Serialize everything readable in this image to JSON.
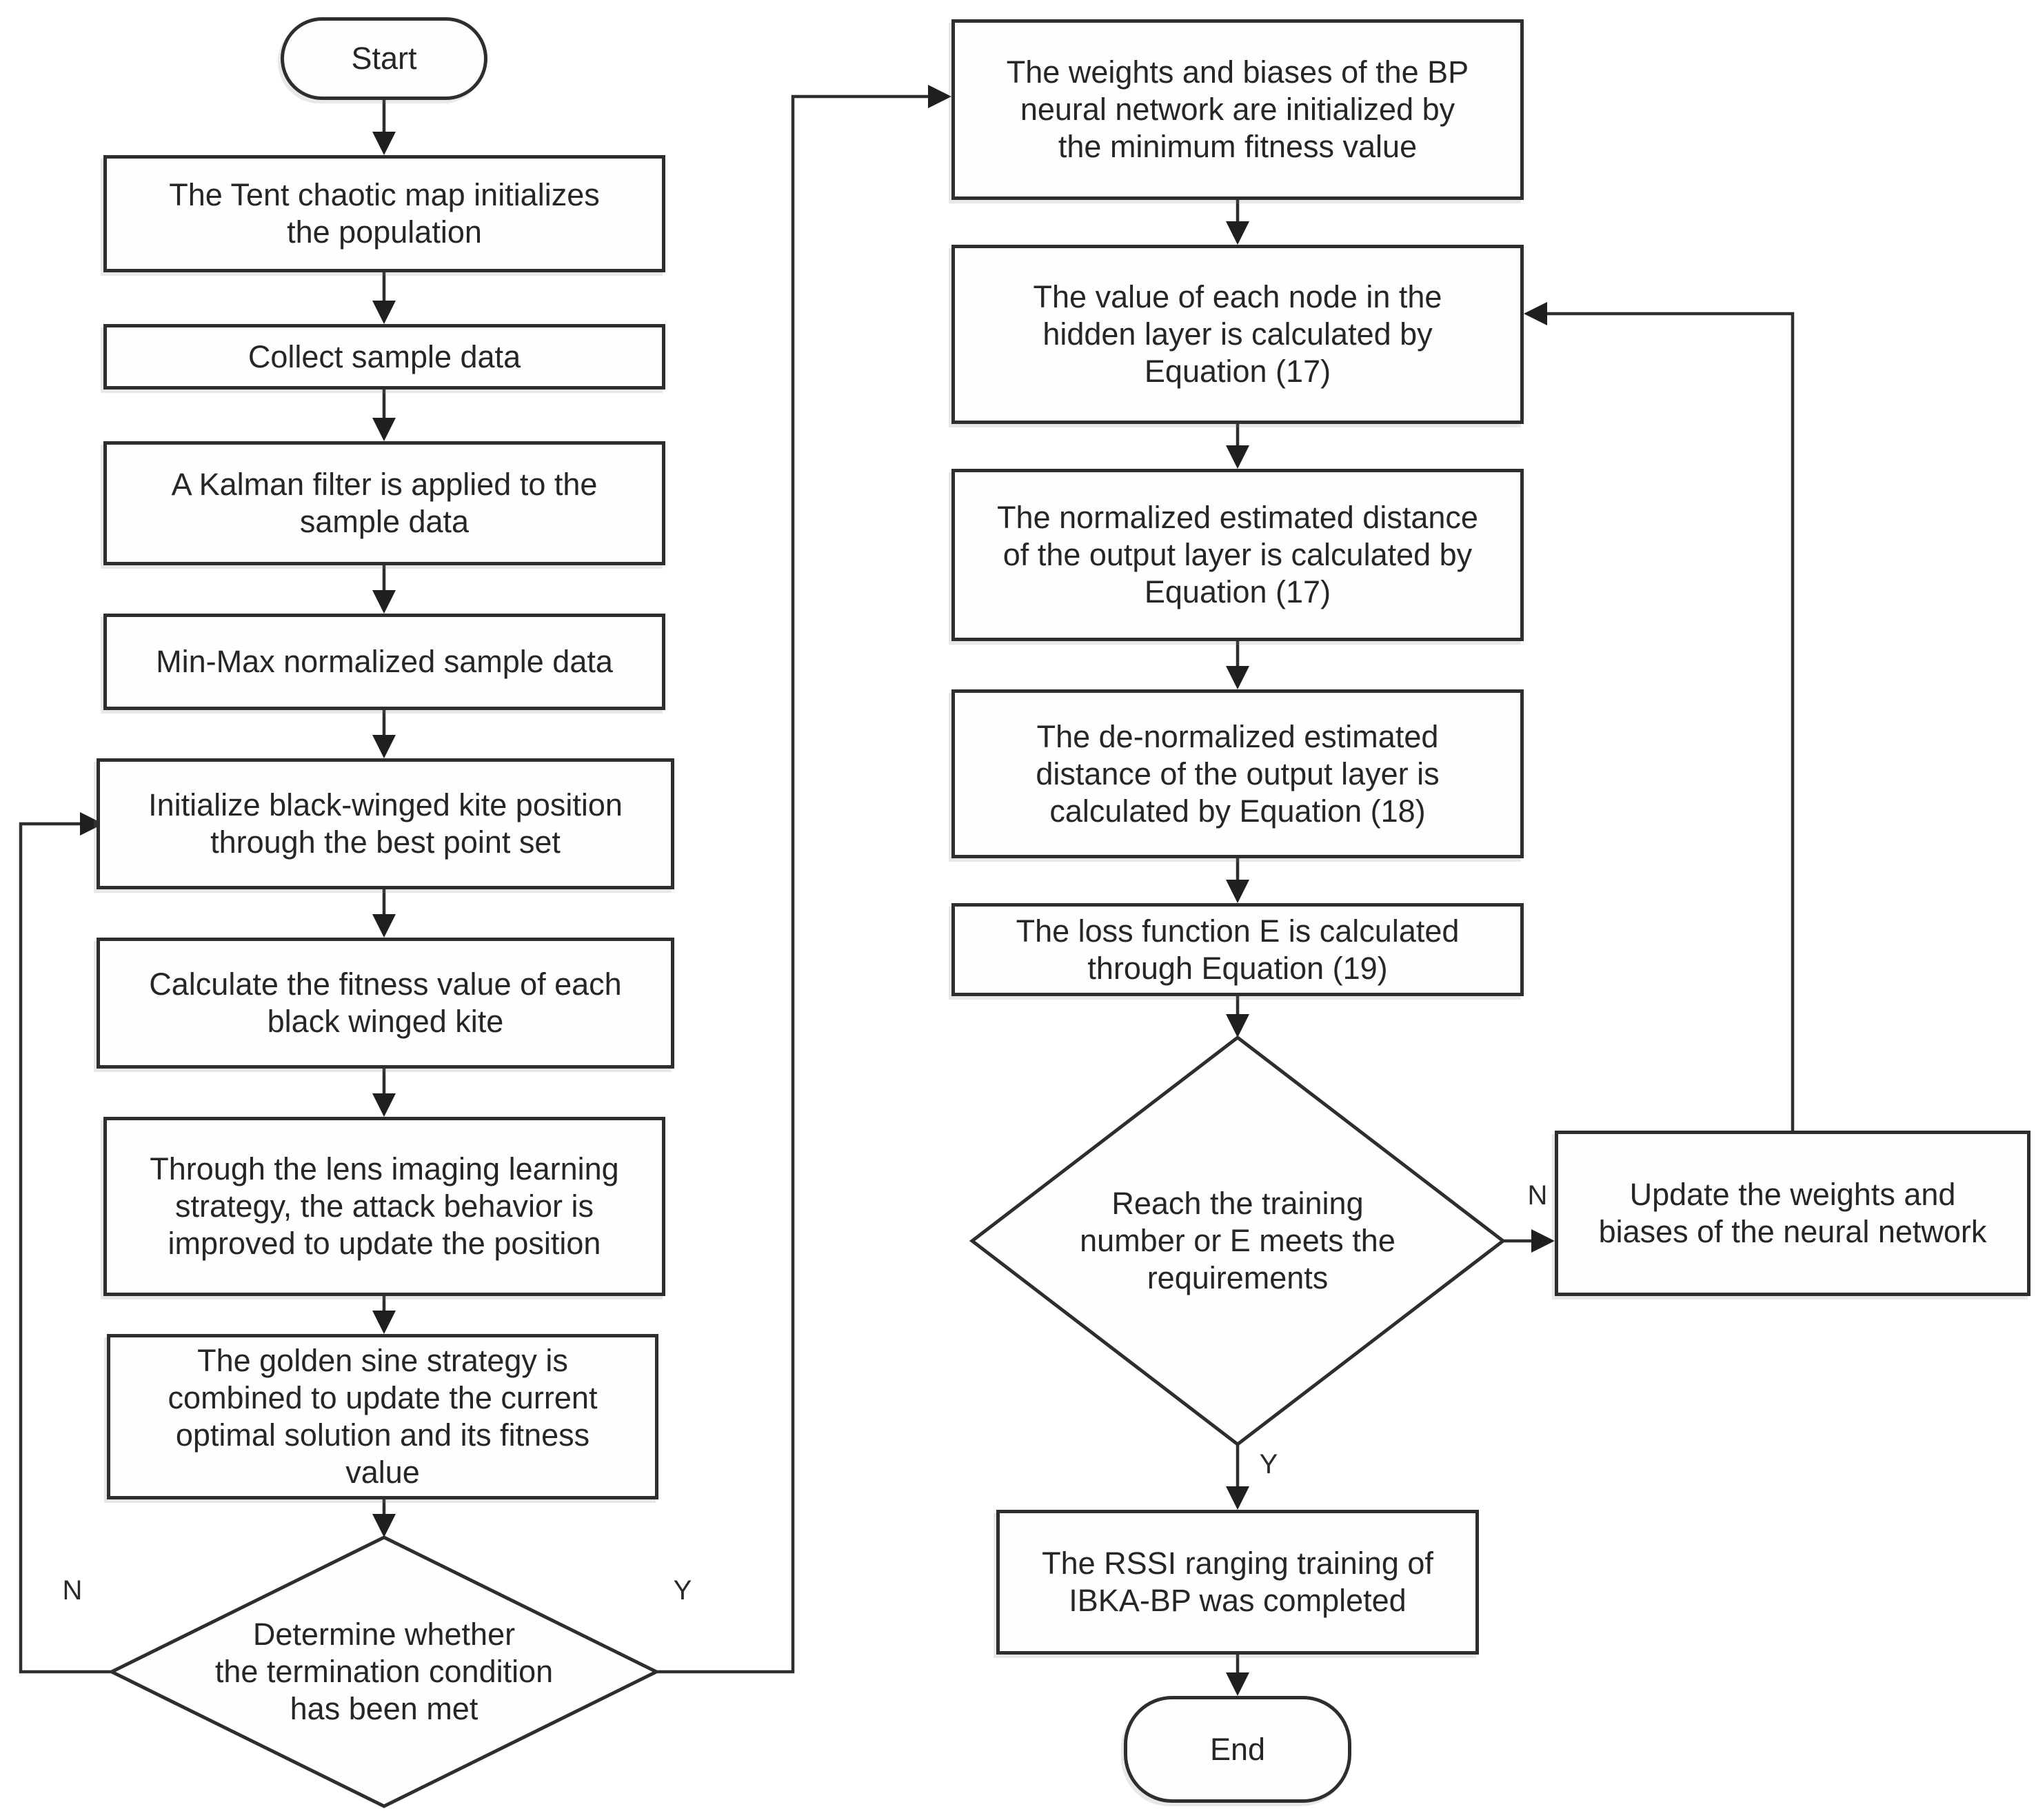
{
  "colors": {
    "background": "#ffffff",
    "line": "#2e2e2e",
    "text": "#262626"
  },
  "nodes": {
    "start": {
      "shape": "stadium",
      "label": "Start"
    },
    "tent_init": {
      "shape": "rect",
      "label": "The Tent chaotic map initializes\nthe population"
    },
    "collect_sample": {
      "shape": "rect",
      "label": "Collect sample data"
    },
    "kalman_filter": {
      "shape": "rect",
      "label": "A Kalman filter is applied to the\nsample data"
    },
    "minmax_normalize": {
      "shape": "rect",
      "label": "Min-Max normalized sample data"
    },
    "init_kite_position": {
      "shape": "rect",
      "label": "Initialize black-winged kite position\nthrough the best point set"
    },
    "calc_fitness": {
      "shape": "rect",
      "label": "Calculate the fitness value of each\nblack winged kite"
    },
    "lens_imaging": {
      "shape": "rect",
      "label": "Through the lens imaging learning\nstrategy, the attack behavior is\nimproved to update the position"
    },
    "golden_sine": {
      "shape": "rect",
      "label": "The golden sine strategy is\ncombined to update the current\noptimal solution and its fitness\nvalue"
    },
    "termination_decision": {
      "shape": "diamond",
      "label": "Determine whether\nthe termination condition\nhas been met"
    },
    "bp_init": {
      "shape": "rect",
      "label": "The weights and biases of the BP\nneural network are initialized by\nthe minimum fitness value"
    },
    "hidden_layer": {
      "shape": "rect",
      "label": "The value of each node in the\nhidden layer is calculated by\nEquation (17)"
    },
    "normalized_distance": {
      "shape": "rect",
      "label": "The normalized estimated distance\nof the output layer is calculated by\nEquation (17)"
    },
    "denormalized_distance": {
      "shape": "rect",
      "label": "The de-normalized estimated\ndistance of the output layer is\ncalculated by Equation (18)"
    },
    "loss_function": {
      "shape": "rect",
      "label": "The loss function E is calculated\nthrough Equation (19)"
    },
    "training_decision": {
      "shape": "diamond",
      "label": "Reach the training\nnumber or E meets the\nrequirements"
    },
    "update_weights": {
      "shape": "rect",
      "label": "Update the weights and\nbiases of the neural network"
    },
    "rssi_completed": {
      "shape": "rect",
      "label": "The RSSI ranging training of\nIBKA-BP was completed"
    },
    "end": {
      "shape": "stadium",
      "label": "End"
    }
  },
  "edge_labels": {
    "termination_no": "N",
    "termination_yes": "Y",
    "training_no": "N",
    "training_yes": "Y"
  }
}
